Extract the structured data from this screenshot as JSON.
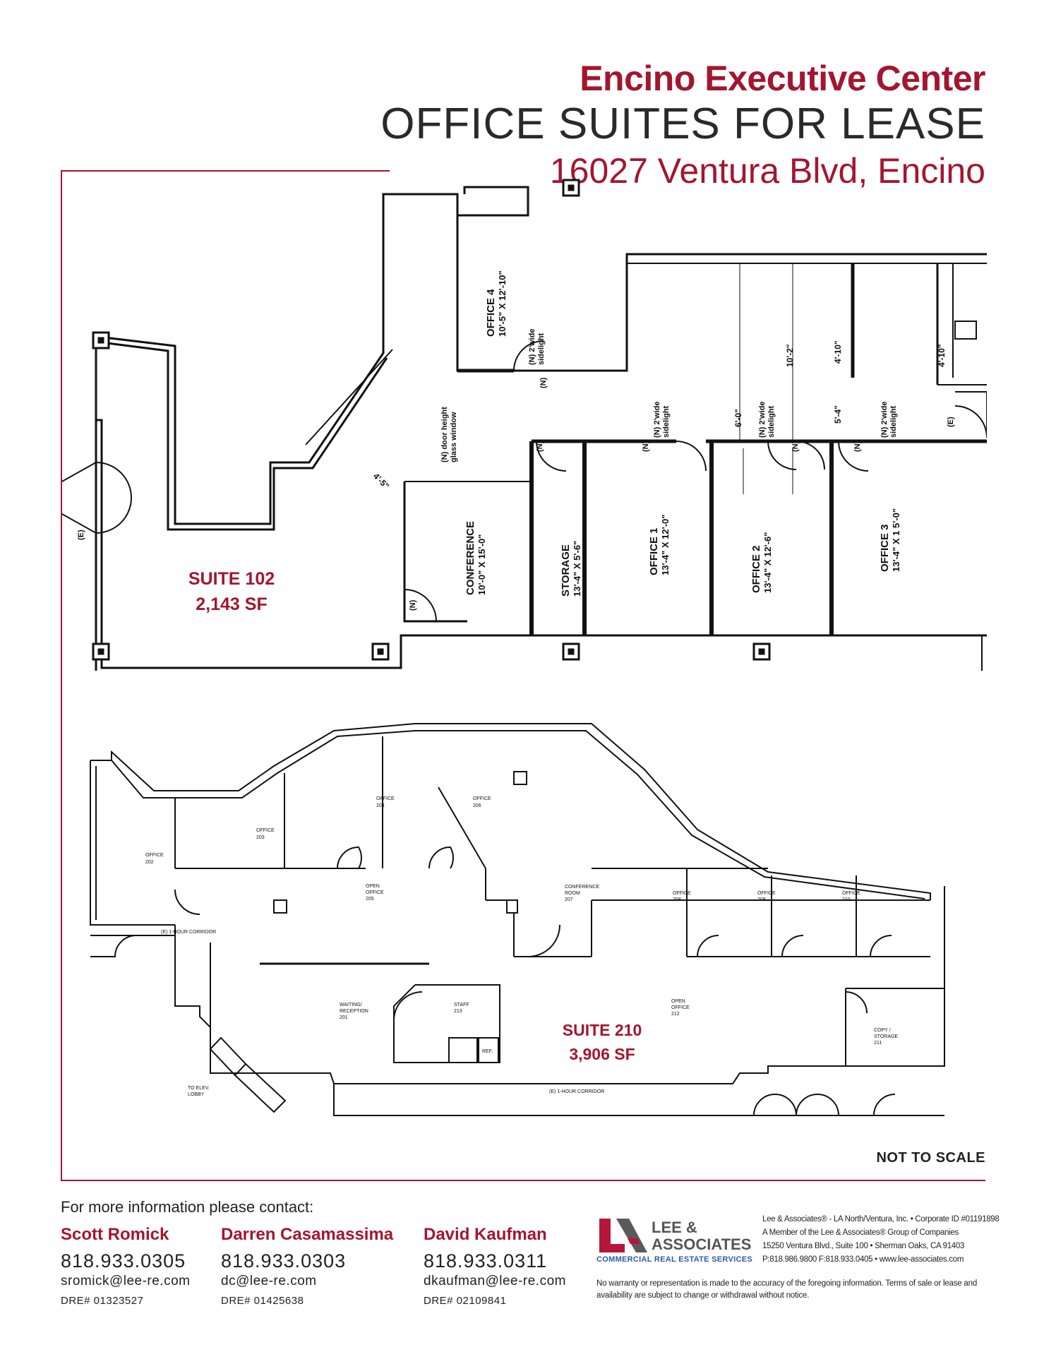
{
  "header": {
    "title": "Encino Executive Center",
    "subtitle": "OFFICE SUITES FOR LEASE",
    "address": "16027 Ventura Blvd, Encino"
  },
  "suite102": {
    "name": "SUITE 102",
    "area": "2,143 SF",
    "rooms": [
      {
        "name": "OFFICE 4",
        "size": "10'-5\" X 12'-10\""
      },
      {
        "name": "CONFERENCE",
        "size": "10'-0\" X 15'-0\""
      },
      {
        "name": "STORAGE",
        "size": "13'-4\" X 5'-6\""
      },
      {
        "name": "OFFICE 1",
        "size": "13'-4\" X 12'-0\""
      },
      {
        "name": "OFFICE 2",
        "size": "13'-4\" X 12'-6\""
      },
      {
        "name": "OFFICE 3",
        "size": "13'-4\" X 1 5'-0\""
      }
    ],
    "notes": {
      "sidelight_a": "(N) 2'wide",
      "sidelight_b": "sidelight",
      "door_window_a": "(N) door height",
      "door_window_b": "glass window",
      "new": "(N)",
      "existing": "(E)",
      "dim1": "6'-0\"",
      "dim2": "10'-2\"",
      "dim3": "4'-10\"",
      "dim4": "5'-4\"",
      "dim5": "4'-10\"",
      "dim6": "4'-5\""
    }
  },
  "suite210": {
    "name": "SUITE 210",
    "area": "3,906 SF",
    "rooms": [
      {
        "name": "OFFICE",
        "num": "202"
      },
      {
        "name": "OFFICE",
        "num": "203"
      },
      {
        "name": "OFFICE",
        "num": "204"
      },
      {
        "name": "OFFICE",
        "num": "206"
      },
      {
        "name": "OPEN",
        "name2": "OFFICE",
        "num": "205"
      },
      {
        "name": "CONFERENCE",
        "name2": "ROOM",
        "num": "207"
      },
      {
        "name": "OFFICE",
        "num": "208"
      },
      {
        "name": "OFFICE",
        "num": "209"
      },
      {
        "name": "OFFICE",
        "num": "210"
      },
      {
        "name": "WAITING/",
        "name2": "RECEPTION",
        "num": "201"
      },
      {
        "name": "STAFF",
        "num": "213"
      },
      {
        "name": "OPEN",
        "name2": "OFFICE",
        "num": "212"
      },
      {
        "name": "COPY /",
        "name2": "STORAGE",
        "num": "211"
      }
    ],
    "corridor_upper": "(E) 1-HOUR CORRIDOR",
    "corridor_lower": "(E) 1-HOUR CORRIDOR",
    "elev_a": "TO ELEV.",
    "elev_b": "LOBBY",
    "ref": "REF."
  },
  "not_to_scale": "NOT TO SCALE",
  "contact": {
    "heading": "For more information please contact:",
    "agents": [
      {
        "name": "Scott Romick",
        "phone": "818.933.0305",
        "email": "sromick@lee-re.com",
        "dre": "DRE# 01323527"
      },
      {
        "name": "Darren Casamassima",
        "phone": "818.933.0303",
        "email": "dc@lee-re.com",
        "dre": "DRE# 01425638"
      },
      {
        "name": "David Kaufman",
        "phone": "818.933.0311",
        "email": "dkaufman@lee-re.com",
        "dre": "DRE# 02109841"
      }
    ]
  },
  "logo": {
    "line1": "LEE &",
    "line2": "ASSOCIATES",
    "tagline": "COMMERCIAL REAL ESTATE SERVICES",
    "red": "#b5173a",
    "gray": "#5a5a5a",
    "blue": "#2b5aa6"
  },
  "firm": {
    "line1": "Lee & Associates® - LA North/Ventura, Inc. • Corporate ID #01191898",
    "line2": "A Member of the Lee & Associates® Group of Companies",
    "line3": "15250 Ventura Blvd., Suite 100 • Sherman Oaks, CA 91403",
    "line4": "P:818.986.9800  F:818.933.0405 • www.lee-associates.com"
  },
  "disclaimer": "No warranty or representation is made to the accuracy of the foregoing information. Terms of sale or lease and availability are subject to change or withdrawal without notice.",
  "colors": {
    "accent": "#a3162f",
    "text": "#222222"
  }
}
